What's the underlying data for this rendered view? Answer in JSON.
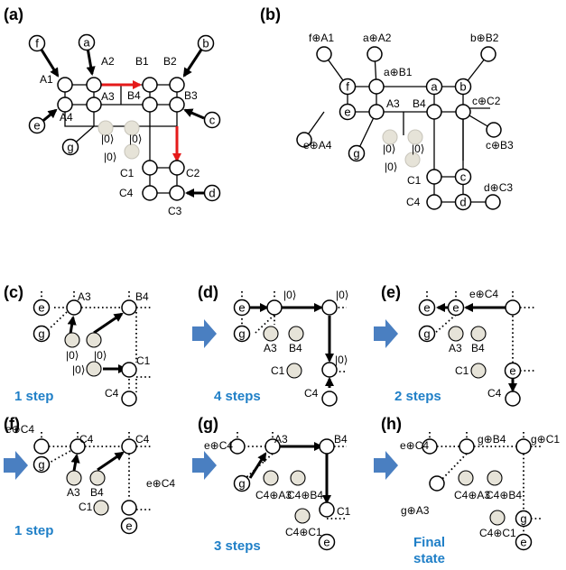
{
  "colors": {
    "accent_red": "#e51a1a",
    "step_blue": "#1f7fc7",
    "flow_arrow_blue": "#4a7fc1",
    "ancilla_fill": "#e6e3d8"
  },
  "panels": {
    "a": {
      "title": "(a)",
      "node_letters": {
        "f": "f",
        "a": "a",
        "b": "b",
        "e": "e",
        "g": "g",
        "c": "c",
        "d": "d"
      },
      "labels": {
        "A1": "A1",
        "A2": "A2",
        "A3": "A3",
        "A4": "A4",
        "B1": "B1",
        "B2": "B2",
        "B3": "B3",
        "B4": "B4",
        "C1": "C1",
        "C2": "C2",
        "C3": "C3",
        "C4": "C4"
      },
      "ancilla": [
        "|0⟩",
        "|0⟩",
        "|0⟩"
      ]
    },
    "b": {
      "title": "(b)",
      "labels": {
        "fA1": "f⊕A1",
        "aA2": "a⊕A2",
        "bB2": "b⊕B2",
        "aB1": "a⊕B1",
        "cC2": "c⊕C2",
        "A3": "A3",
        "B4": "B4",
        "eA4": "e⊕A4",
        "cB3": "c⊕B3",
        "C1": "C1",
        "dC3": "d⊕C3",
        "C4": "C4"
      },
      "node_letters": {
        "f": "f",
        "a1": "a",
        "b1": "b",
        "e": "e",
        "c": "c",
        "g": "g",
        "d": "d"
      },
      "ancilla": [
        "|0⟩",
        "|0⟩",
        "|0⟩"
      ]
    },
    "c": {
      "title": "(c)",
      "steps": "1 step",
      "node_letters": {
        "e": "e",
        "g": "g"
      },
      "labels": {
        "A3": "A3",
        "B4": "B4",
        "C1": "C1",
        "C4": "C4"
      },
      "ancilla": [
        "|0⟩",
        "|0⟩",
        "|0⟩"
      ]
    },
    "d": {
      "title": "(d)",
      "steps": "4 steps",
      "node_letters": {
        "e": "e",
        "g": "g"
      },
      "labels": {
        "A3": "A3",
        "B4": "B4",
        "C1": "C1",
        "C4": "C4"
      },
      "ancilla": [
        "|0⟩",
        "|0⟩",
        "|0⟩"
      ]
    },
    "e": {
      "title": "(e)",
      "steps": "2 steps",
      "node_letters": {
        "e1": "e",
        "e2": "e",
        "g": "g",
        "e3": "e"
      },
      "labels": {
        "eC4": "e⊕C4",
        "A3": "A3",
        "B4": "B4",
        "C1": "C1",
        "C4": "C4"
      }
    },
    "f": {
      "title": "(f)",
      "steps": "1 step",
      "node_letters": {
        "g": "g",
        "e": "e"
      },
      "labels": {
        "eC4_top": "e⊕C4",
        "C4_a": "C4",
        "C4_b": "C4",
        "A3": "A3",
        "B4": "B4",
        "eC4_side": "e⊕C4",
        "C1": "C1"
      }
    },
    "g": {
      "title": "(g)",
      "steps": "3 steps",
      "node_letters": {
        "g": "g",
        "e": "e"
      },
      "labels": {
        "eC4": "e⊕C4",
        "A3": "A3",
        "B4": "B4",
        "C4A3": "C4⊕A3",
        "C4B4": "C4⊕B4",
        "C1": "C1",
        "C4C1": "C4⊕C1"
      }
    },
    "h": {
      "title": "(h)",
      "steps": "Final",
      "steps2": "state",
      "node_letters": {
        "g": "g",
        "e": "e"
      },
      "labels": {
        "eC4": "e⊕C4",
        "gB4": "g⊕B4",
        "gC1": "g⊕C1",
        "gA3": "g⊕A3",
        "C4A3": "C4⊕A3",
        "C4B4": "C4⊕B4",
        "C4C1": "C4⊕C1"
      }
    }
  }
}
